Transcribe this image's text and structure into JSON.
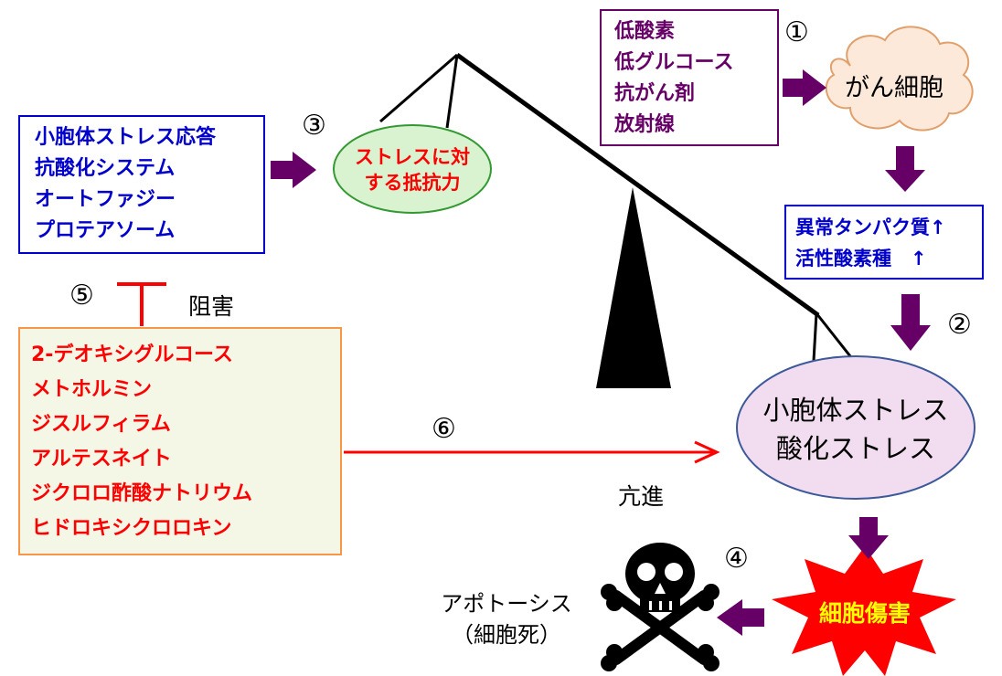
{
  "colors": {
    "blue_text": "#0000cc",
    "purple_text": "#660066",
    "red_text": "#ff0000",
    "arrow_purple": "#660066",
    "arrow_red": "#ff0000",
    "cloud_fill": "#fde9d9",
    "ellipse_green_fill": "#d9f2d0",
    "ellipse_pink_fill": "#f2dcf0",
    "starburst_fill": "#ff0000",
    "starburst_text": "#ffff00",
    "drugs_fill": "#f4f6e6",
    "drugs_border": "#f79646"
  },
  "factors_box": {
    "lines": [
      "低酸素",
      "低グルコース",
      "抗がん剤",
      "放射線"
    ]
  },
  "step_numbers": {
    "n1": "①",
    "n2": "②",
    "n3": "③",
    "n4": "④",
    "n5": "⑤",
    "n6": "⑥"
  },
  "cancer_cell": {
    "label": "がん細胞"
  },
  "abnormal_box": {
    "lines": [
      "異常タンパク質↑",
      "活性酸素種　↑"
    ]
  },
  "defense_box": {
    "lines": [
      "小胞体ストレス応答",
      "抗酸化システム",
      "オートファジー",
      "プロテアソーム"
    ]
  },
  "resistance": {
    "line1": "ストレスに対",
    "line2": "する抵抗力"
  },
  "stress_ellipse": {
    "line1": "小胞体ストレス",
    "line2": "酸化ストレス"
  },
  "inhibition": {
    "label": "阻害"
  },
  "drugs_box": {
    "lines": [
      "2-デオキシグルコース",
      "メトホルミン",
      "ジスルフィラム",
      "アルテスネイト",
      "ジクロロ酢酸ナトリウム",
      "ヒドロキシクロロキン"
    ]
  },
  "promotion": {
    "label": "亢進"
  },
  "damage": {
    "label": "細胞傷害"
  },
  "apoptosis": {
    "line1": "アポトーシス",
    "line2": "（細胞死）"
  },
  "icons": {
    "death": "skull-crossbones-icon"
  }
}
